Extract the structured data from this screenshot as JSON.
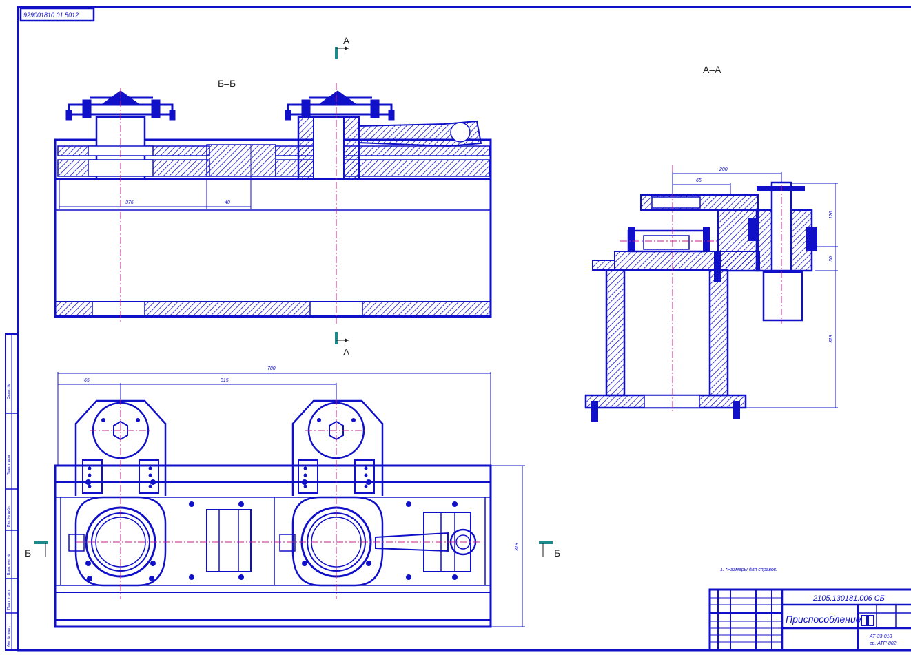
{
  "sheet": {
    "top_code": "929001810 01 5012",
    "side_labels": [
      "Справ. №",
      "Подп. и дата",
      "Инв. № дубл.",
      "Взам. инв. №",
      "Подп. и дата",
      "Инв. № подл."
    ]
  },
  "views": {
    "section_bb": "Б–Б",
    "section_aa": "А–А",
    "cut_a_top": "А",
    "cut_a_bottom": "А",
    "cut_b_left": "Б",
    "cut_b_right": "Б"
  },
  "dimensions": {
    "bb_left": "376",
    "bb_small": "40",
    "plan_overall": "780",
    "plan_left": "65",
    "plan_pitch": "315",
    "plan_height": "318",
    "aa_top": "200",
    "aa_top_inner": "65",
    "aa_right_upper": "126",
    "aa_right_mid": "30",
    "aa_right_lower": "318"
  },
  "notes": {
    "note_1": "1. *Размеры для справок."
  },
  "title_block": {
    "drawing_number": "2105.130181.006 СБ",
    "title": "Приспособление",
    "org_line1": "АТ-33-018",
    "org_line2": "гр. АТП-802"
  },
  "colors": {
    "line": "#1010c8",
    "centerline": "#c0208a",
    "cut_marker": "#1a8a8a",
    "hatch": "#1010c8"
  }
}
